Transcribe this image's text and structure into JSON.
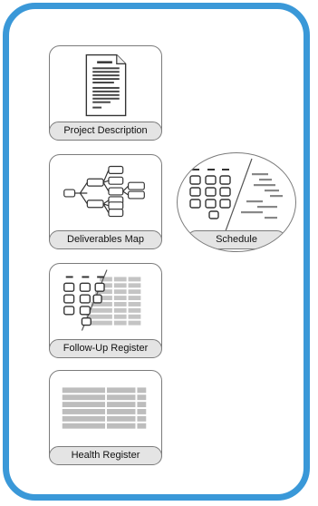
{
  "cards": {
    "project_description": "Project Description",
    "deliverables_map": "Deliverables Map",
    "schedule": "Schedule",
    "follow_up_register": "Follow-Up Register",
    "health_register": "Health Register"
  },
  "colors": {
    "frame": "#3a98d8",
    "card_border": "#7b7b7b",
    "label_fill": "#e4e4e4",
    "icon_stroke": "#333333",
    "table_fill": "#bdbdbd"
  }
}
